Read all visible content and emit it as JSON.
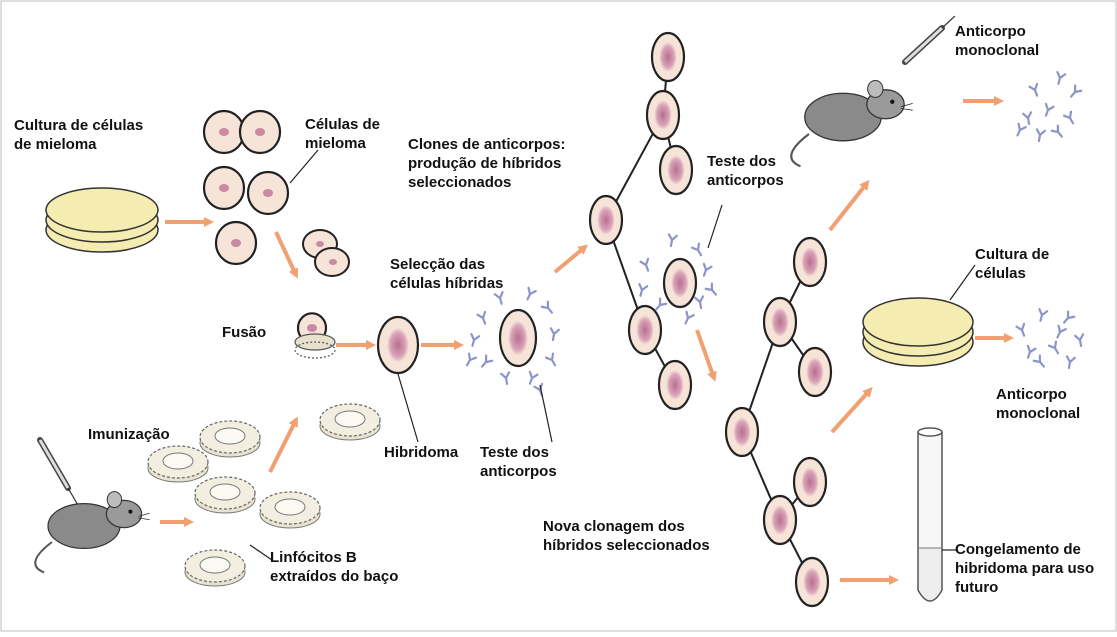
{
  "labels": {
    "cultura_mieloma": "Cultura de células\nde mieloma",
    "celulas_mieloma": "Células de\nmieloma",
    "fusao": "Fusão",
    "imunizacao": "Imunização",
    "linfocitos": "Linfócitos B\nextraídos do baço",
    "hibridoma": "Hibridoma",
    "seleccao": "Selecção das\ncélulas híbridas",
    "teste1": "Teste dos\nanticorpos",
    "clones": "Clones de anticorpos:\nprodução de híbridos\nseleccionados",
    "teste2": "Teste dos\nanticorpos",
    "nova_clonagem": "Nova clonagem dos\nhíbridos seleccionados",
    "anticorpo_top": "Anticorpo\nmonoclonal",
    "cultura_celulas": "Cultura de\ncélulas",
    "anticorpo_right": "Anticorpo\nmonoclonal",
    "congelamento": "Congelamento de\nhibridoma para uso\nfuturo"
  },
  "colors": {
    "cell_fill": "#f6e4d8",
    "nucleus": "#c98aa2",
    "arrow": "#f0a071",
    "antibody": "#8e94c8",
    "dish": "#f4ecb0",
    "mouse": "#8a8a8a"
  }
}
